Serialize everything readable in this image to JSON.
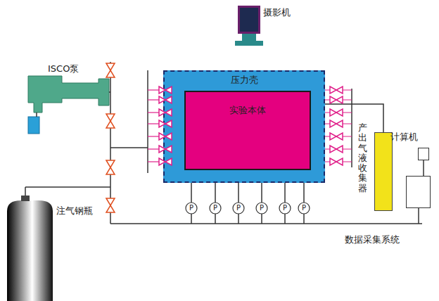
{
  "diagram": {
    "nodes": [
      {
        "text": [
          "压力壳"
        ]
      },
      {
        "text": [
          "实验本体"
        ],
        "in": 0
      },
      {
        "text": [
          "产出气液收集器"
        ]
      },
      {
        "text": [
          "计算机"
        ]
      },
      {
        "text": [
          "数据采集系统"
        ]
      }
    ],
    "edges": [
      {
        "from": 0,
        "to": 2,
        "arrow": "none"
      },
      {
        "from": 3,
        "to": 4,
        "arrow": "none"
      }
    ],
    "labels": [
      "摄影机",
      "ISCO泵",
      "注气钢瓶",
      "P",
      "P",
      "P",
      "P",
      "P",
      "P"
    ]
  }
}
